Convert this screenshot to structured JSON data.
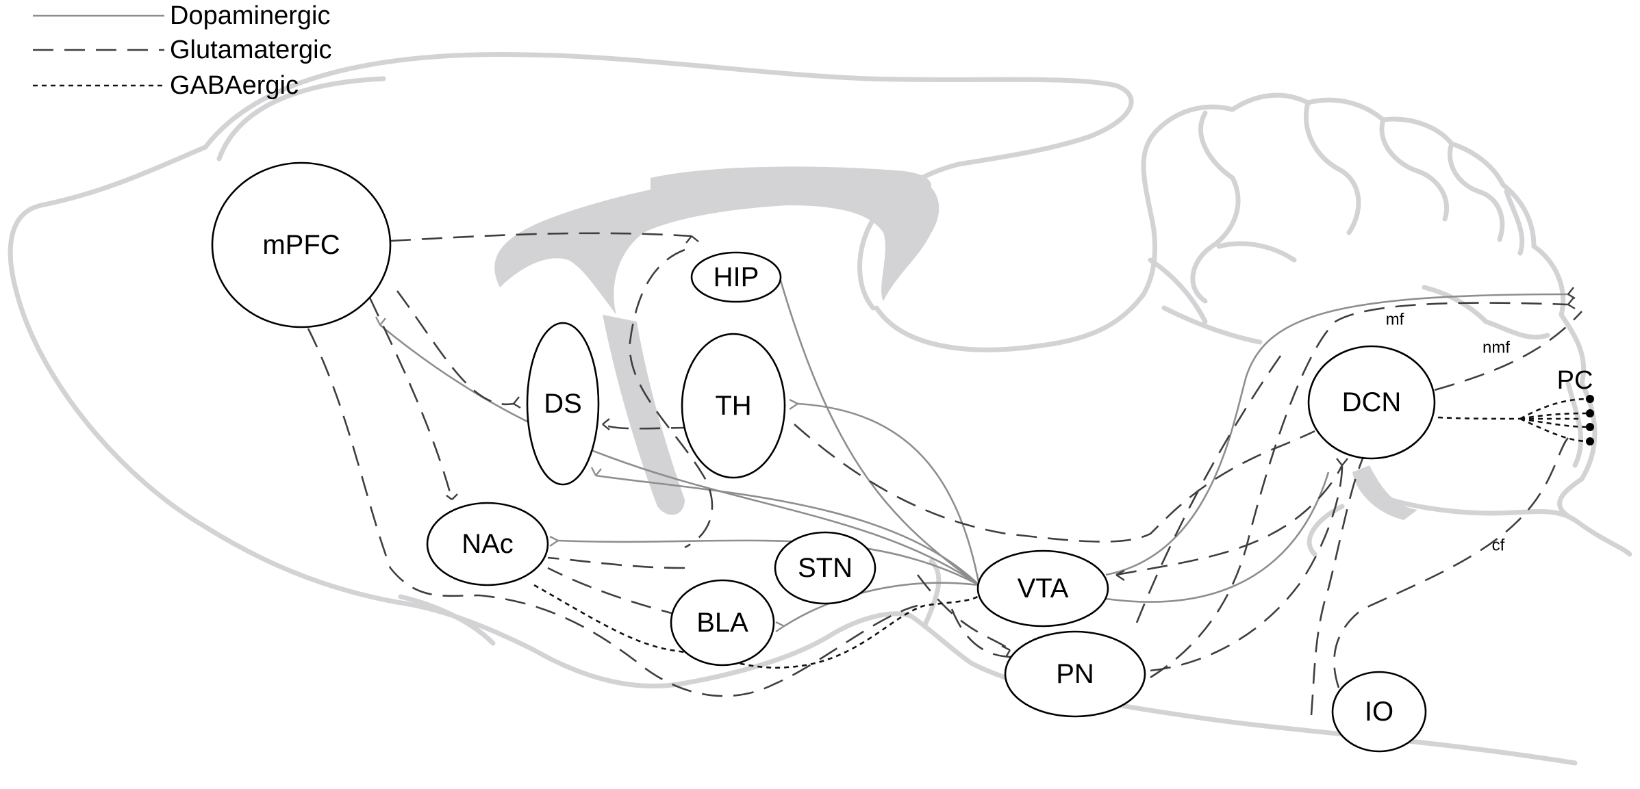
{
  "legend": [
    {
      "id": "dopaminergic",
      "label": "Dopaminergic"
    },
    {
      "id": "glutamatergic",
      "label": "Glutamatergic"
    },
    {
      "id": "gabaergic",
      "label": "GABAergic"
    }
  ],
  "regions": {
    "mPFC": "mPFC",
    "HIP": "HIP",
    "DS": "DS",
    "TH": "TH",
    "NAc": "NAc",
    "STN": "STN",
    "BLA": "BLA",
    "VTA": "VTA",
    "PN": "PN",
    "DCN": "DCN",
    "IO": "IO",
    "PC": "PC"
  },
  "fibers": {
    "mf": "mf",
    "nmf": "nmf",
    "cf": "cf"
  },
  "colors": {
    "dopaminergic": "#8e8e8e",
    "glutamatergic": "#3e3e3e",
    "gabaergic": "#111111",
    "brain_outline": "#d3d3d6"
  }
}
